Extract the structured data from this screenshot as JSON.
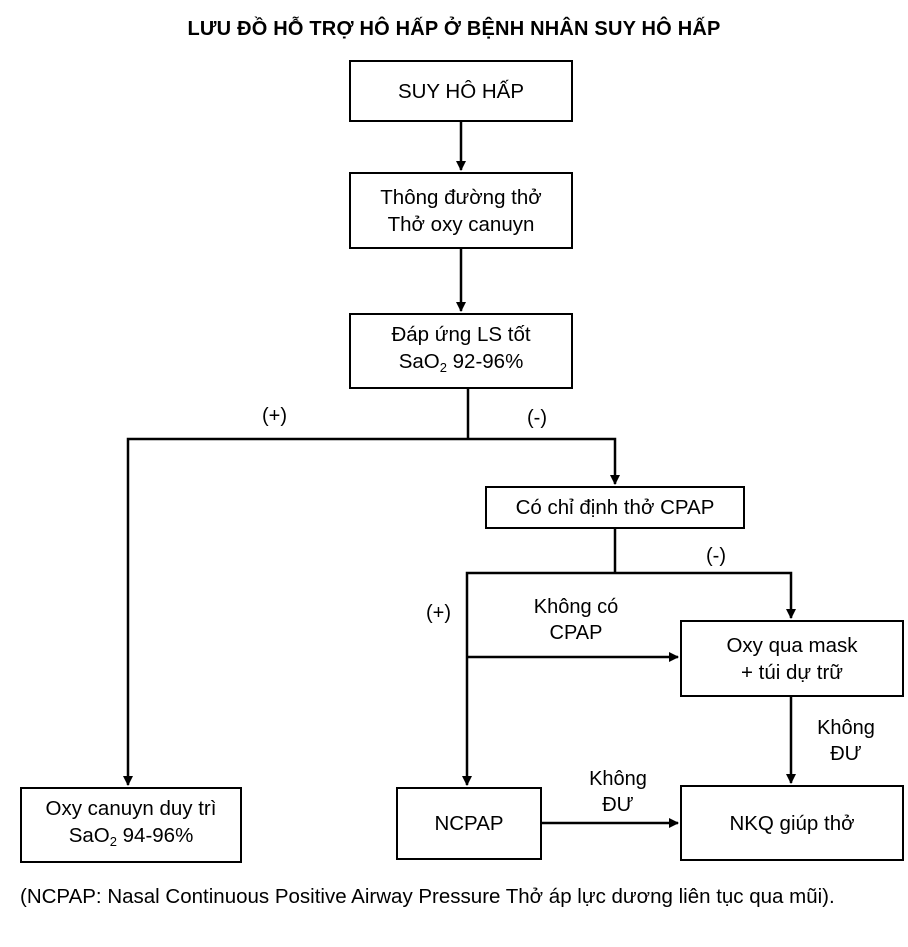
{
  "title": "LƯU ĐỒ HỖ TRỢ HÔ HẤP Ở BỆNH NHÂN SUY HÔ HẤP",
  "nodes": {
    "suy_ho_hap": "SUY HÔ HẤP",
    "thong_duong_tho_1": "Thông đường thở",
    "thong_duong_tho_2": "Thở oxy canuyn",
    "dap_ung_1": "Đáp ứng LS tốt",
    "dap_ung_2_prefix": "SaO",
    "dap_ung_2_sub": "2",
    "dap_ung_2_suffix": " 92-96%",
    "cpap_indication": "Có chỉ định thở CPAP",
    "oxy_mask_1": "Oxy qua mask",
    "oxy_mask_2": "+ túi dự trữ",
    "oxy_canuyn_1": "Oxy canuyn duy trì",
    "oxy_canuyn_2_prefix": "SaO",
    "oxy_canuyn_2_sub": "2",
    "oxy_canuyn_2_suffix": " 94-96%",
    "ncpap": "NCPAP",
    "nkq": "NKQ giúp thở"
  },
  "edge_labels": {
    "plus_1": "(+)",
    "minus_1": "(-)",
    "minus_2": "(-)",
    "plus_2": "(+)",
    "khong_co_cpap_1": "Không có",
    "khong_co_cpap_2": "CPAP",
    "khong_du_right_1": "Không",
    "khong_du_right_2": "ĐƯ",
    "khong_du_bottom_1": "Không",
    "khong_du_bottom_2": "ĐƯ"
  },
  "footnote": "(NCPAP: Nasal Continuous Positive Airway Pressure Thở áp lực dương liên tục qua mũi)."
}
